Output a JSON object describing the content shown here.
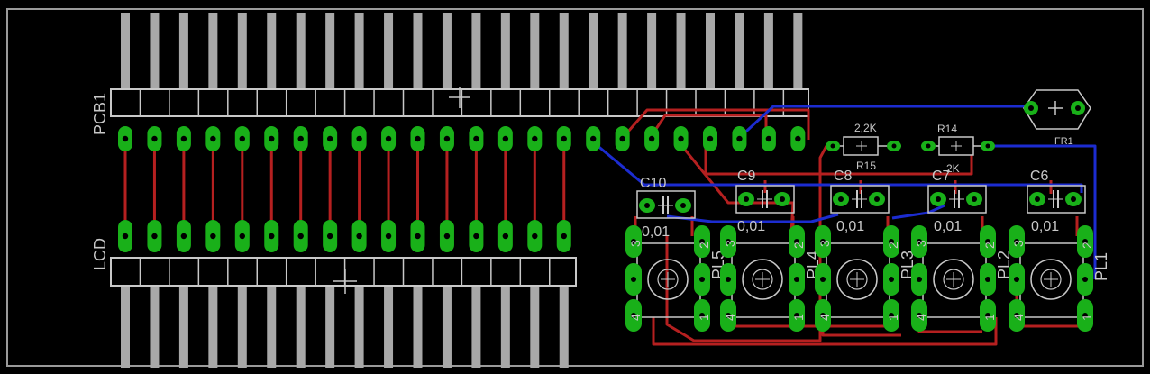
{
  "connectors": {
    "top_name": "PCB1",
    "bottom_name": "LCD"
  },
  "resistors": [
    {
      "name": "R15",
      "value": "2,2K"
    },
    {
      "name": "R14",
      "value": "2K"
    }
  ],
  "fuse": {
    "name": "FR1"
  },
  "capacitors": [
    {
      "name": "C10",
      "value": "0,01"
    },
    {
      "name": "C9",
      "value": "0,01"
    },
    {
      "name": "C8",
      "value": "0,01"
    },
    {
      "name": "C7",
      "value": "0,01"
    },
    {
      "name": "C6",
      "value": "0,01"
    }
  ],
  "potentiometers": [
    {
      "name": "PL5",
      "pins": [
        "3",
        "4",
        "1",
        "2"
      ]
    },
    {
      "name": "PL4",
      "pins": [
        "3",
        "4",
        "1",
        "2"
      ]
    },
    {
      "name": "PL3",
      "pins": [
        "3",
        "4",
        "1",
        "2"
      ]
    },
    {
      "name": "PL2",
      "pins": [
        "3",
        "4",
        "1",
        "2"
      ]
    },
    {
      "name": "PL1",
      "pins": [
        "3",
        "4",
        "1",
        "2"
      ]
    }
  ],
  "colors": {
    "background": "#000000",
    "board_outline": "#9a9a9a",
    "pin": "#a8a8a8",
    "pad": "#19b019",
    "top_trace": "#b52020",
    "bottom_trace": "#1c2cd0",
    "silkscreen": "#c8c8c8"
  }
}
